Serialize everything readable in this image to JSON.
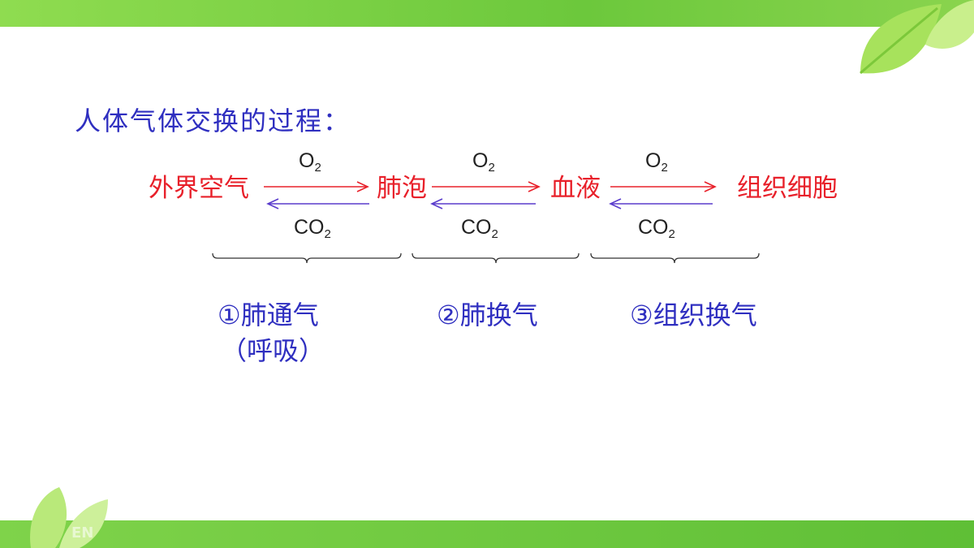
{
  "title": "人体气体交换的过程：",
  "nodes": [
    "外界空气",
    "肺泡",
    "血液",
    "组织细胞"
  ],
  "gases": {
    "oxygen": "O",
    "oxygen_sub": "2",
    "carbon": "CO",
    "carbon_sub": "2"
  },
  "stages": {
    "stage1": "①肺通气",
    "stage1_note": "（呼吸）",
    "stage2": "②肺换气",
    "stage3": "③组织换气"
  },
  "watermark": "EN",
  "colors": {
    "node_text": "#e8202a",
    "stage_text": "#2f2fc0",
    "forward_arrow": "#e8202a",
    "backward_arrow": "#5a3ccc",
    "accent_green": "#6cc83c"
  }
}
